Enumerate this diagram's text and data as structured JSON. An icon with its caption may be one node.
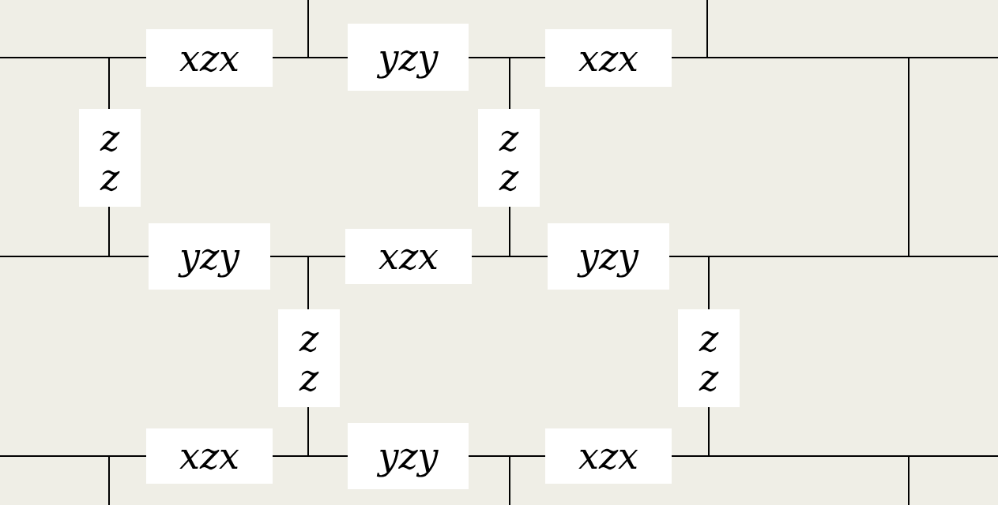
{
  "diagram": {
    "nodes": [
      {
        "text": [
          "xzx"
        ]
      },
      {
        "text": [
          "yzy"
        ]
      },
      {
        "text": [
          "xzx"
        ]
      },
      {
        "text": [
          "z z"
        ]
      },
      {
        "text": [
          "z z"
        ]
      },
      {
        "text": [
          "yzy"
        ]
      },
      {
        "text": [
          "xzx"
        ]
      },
      {
        "text": [
          "yzy"
        ]
      },
      {
        "text": [
          "z z"
        ]
      },
      {
        "text": [
          "z z"
        ]
      },
      {
        "text": [
          "xzx"
        ]
      },
      {
        "text": [
          "yzy"
        ]
      },
      {
        "text": [
          "xzx"
        ]
      }
    ],
    "edges": [
      {
        "from": null,
        "to": 0,
        "arrow": "none"
      },
      {
        "from": 0,
        "to": 1,
        "arrow": "none"
      },
      {
        "from": 1,
        "to": 2,
        "arrow": "none"
      },
      {
        "from": 2,
        "to": null,
        "arrow": "none"
      },
      {
        "from": null,
        "to": 5,
        "arrow": "none"
      },
      {
        "from": 5,
        "to": 6,
        "arrow": "none"
      },
      {
        "from": 6,
        "to": 7,
        "arrow": "none"
      },
      {
        "from": 7,
        "to": null,
        "arrow": "none"
      },
      {
        "from": null,
        "to": 10,
        "arrow": "none"
      },
      {
        "from": 10,
        "to": 11,
        "arrow": "none"
      },
      {
        "from": 11,
        "to": 12,
        "arrow": "none"
      },
      {
        "from": 12,
        "to": null,
        "arrow": "none"
      },
      {
        "from": 3,
        "to": 0,
        "arrow": "none"
      },
      {
        "from": 3,
        "to": 5,
        "arrow": "none"
      },
      {
        "from": 4,
        "to": 2,
        "arrow": "none"
      },
      {
        "from": 4,
        "to": 7,
        "arrow": "none"
      },
      {
        "from": 8,
        "to": 5,
        "arrow": "none"
      },
      {
        "from": 8,
        "to": 10,
        "arrow": "none"
      },
      {
        "from": 9,
        "to": 7,
        "arrow": "none"
      },
      {
        "from": 9,
        "to": 12,
        "arrow": "none"
      }
    ]
  }
}
